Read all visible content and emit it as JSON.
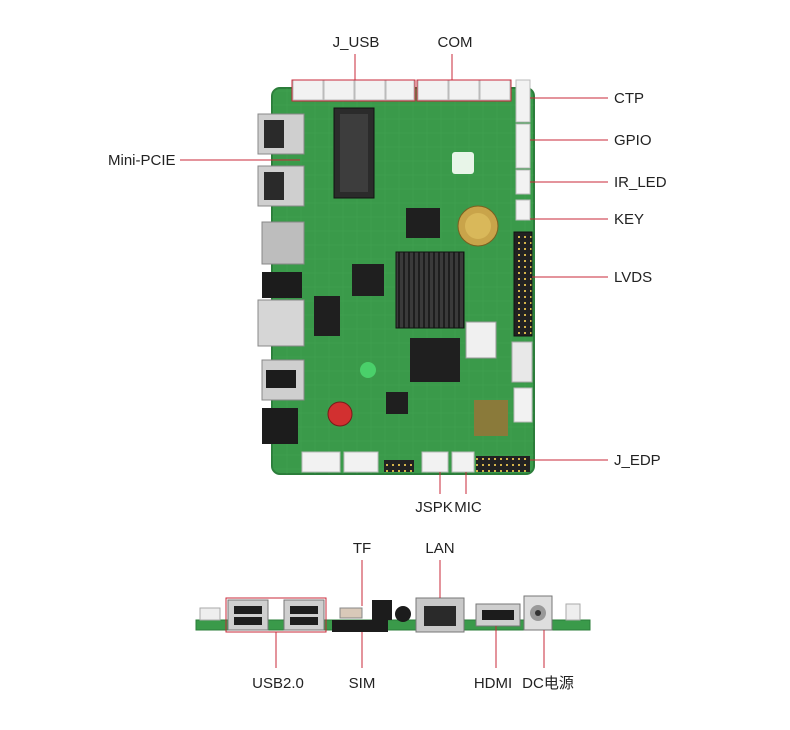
{
  "colors": {
    "leader": "#c8283a",
    "pcb": "#3a9a4a",
    "pcb_dark": "#2b7d3a",
    "metal": "#c9c9c9",
    "heatsink": "#2a2a2a",
    "connector": "#f0f0f0"
  },
  "labels": {
    "j_usb": "J_USB",
    "com": "COM",
    "ctp": "CTP",
    "gpio": "GPIO",
    "ir_led": "IR_LED",
    "key": "KEY",
    "lvds": "LVDS",
    "mini_pcie": "Mini-PCIE",
    "j_edp": "J_EDP",
    "jspk": "JSPK",
    "mic": "MIC",
    "tf": "TF",
    "lan": "LAN",
    "usb20": "USB2.0",
    "sim": "SIM",
    "hdmi": "HDMI",
    "dc_power": "DC电源"
  }
}
